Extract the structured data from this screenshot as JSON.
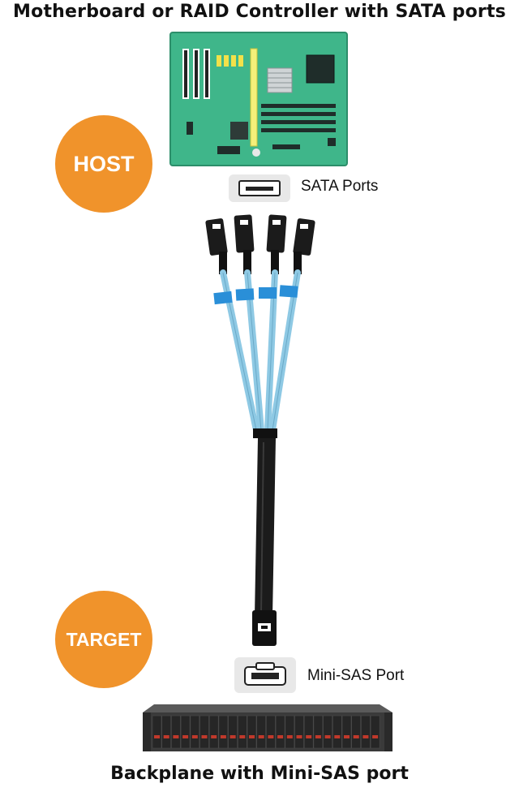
{
  "titles": {
    "top": "Motherboard or RAID Controller with SATA ports",
    "bottom": "Backplane with Mini-SAS port"
  },
  "badges": {
    "host": "HOST",
    "target": "TARGET"
  },
  "ports": {
    "sata_label": "SATA Ports",
    "minisas_label": "Mini-SAS Port"
  },
  "colors": {
    "badge_orange": "#f0932b",
    "board_green": "#3fb68a",
    "cable_blue": "#8ec9e4",
    "label_blue": "#2a8fd8",
    "cable_black": "#1b1b1b",
    "server_dark": "#3a3a3a",
    "drive_red": "#c0392b"
  }
}
